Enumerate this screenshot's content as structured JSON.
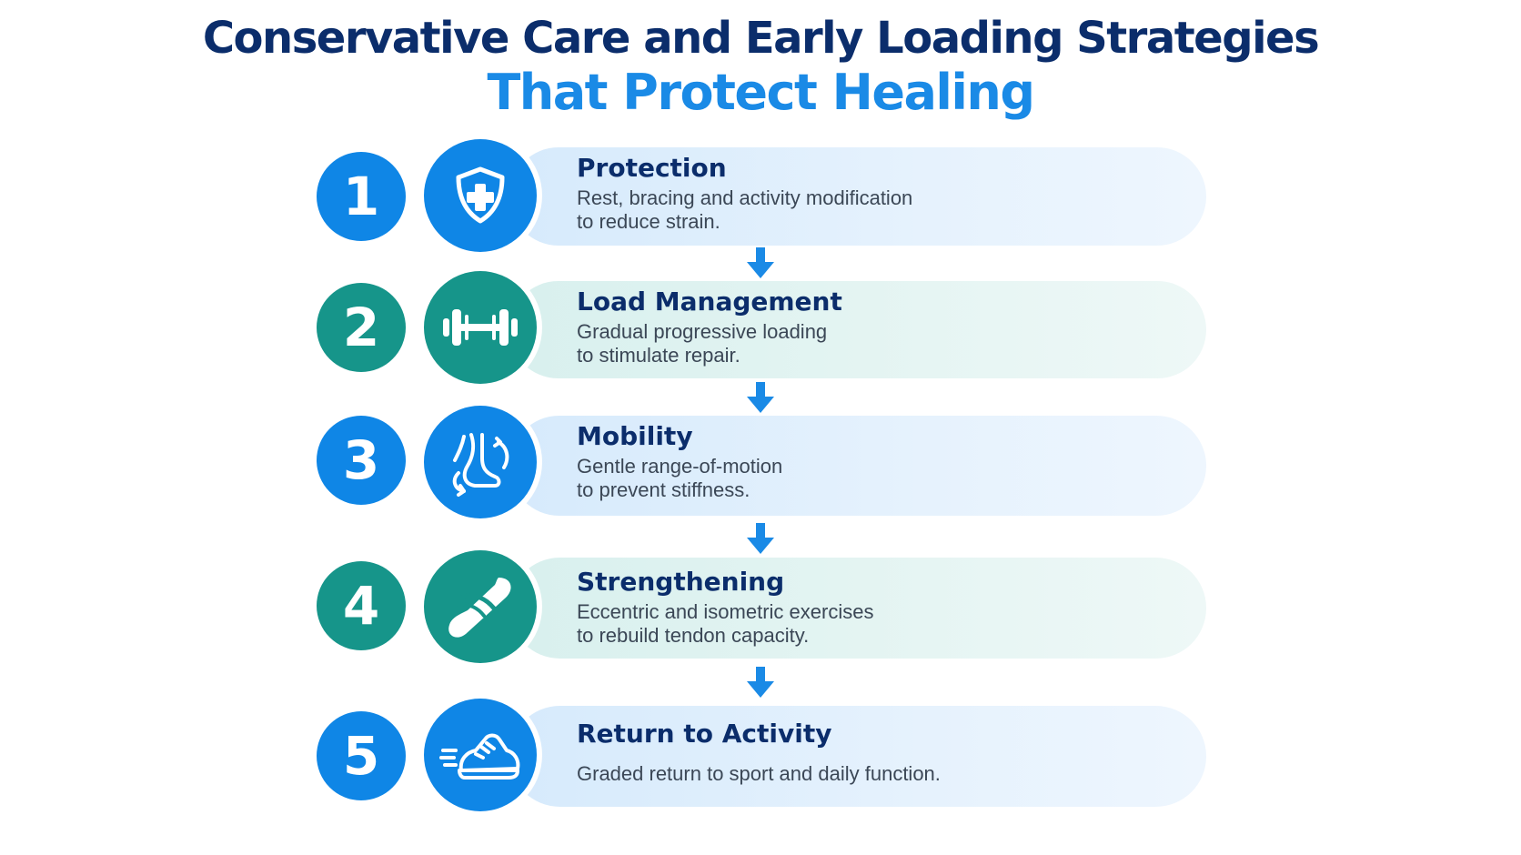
{
  "title": {
    "line1": "Conservative Care and Early Loading Strategies",
    "line2": "That Protect Healing"
  },
  "colors": {
    "title_dark": "#0b2d6b",
    "title_accent": "#1a8ae6",
    "blue": "#0f86e6",
    "teal": "#16958a",
    "arrow": "#1a8ae6"
  },
  "steps": [
    {
      "number": "1",
      "title": "Protection",
      "desc_line1": "Rest, bracing and activity modification",
      "desc_line2": "to reduce strain.",
      "icon": "shield-plus-icon",
      "color": "blue"
    },
    {
      "number": "2",
      "title": "Load Management",
      "desc_line1": "Gradual progressive loading",
      "desc_line2": "to stimulate repair.",
      "icon": "dumbbell-icon",
      "color": "teal"
    },
    {
      "number": "3",
      "title": "Mobility",
      "desc_line1": "Gentle range-of-motion",
      "desc_line2": "to prevent stiffness.",
      "icon": "foot-rotation-icon",
      "color": "blue"
    },
    {
      "number": "4",
      "title": "Strengthening",
      "desc_line1": "Eccentric and isometric exercises",
      "desc_line2": "to rebuild tendon capacity.",
      "icon": "tendon-band-icon",
      "color": "teal"
    },
    {
      "number": "5",
      "title": "Return to Activity",
      "desc_line1": "Graded return to sport and daily function.",
      "desc_line2": "",
      "icon": "running-shoe-icon",
      "color": "blue"
    }
  ]
}
